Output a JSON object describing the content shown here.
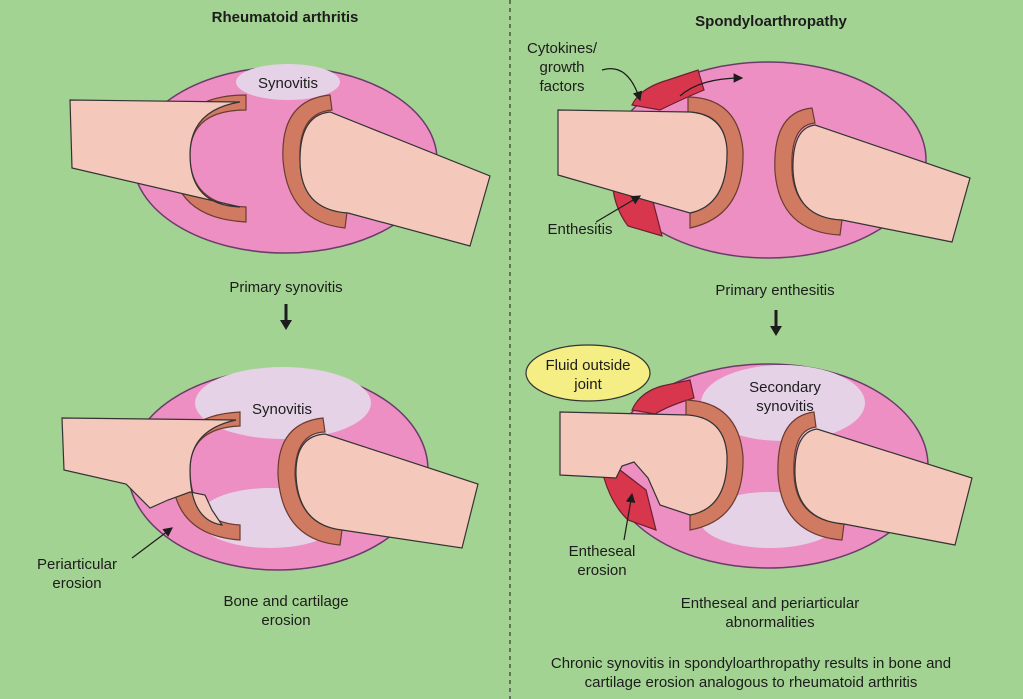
{
  "left_panel": {
    "title": "Rheumatoid arthritis",
    "top_synovitis": "Synovitis",
    "step_label": "Primary synovitis",
    "bottom_synovitis": "Synovitis",
    "periarticular": "Periarticular\nerosion",
    "outcome": "Bone and cartilage\nerosion"
  },
  "right_panel": {
    "title": "Spondyloarthropathy",
    "cytokines": "Cytokines/\ngrowth\nfactors",
    "enthesitis": "Enthesitis",
    "step_label": "Primary enthesitis",
    "fluid": "Fluid outside\njoint",
    "secondary": "Secondary\nsynovitis",
    "entheseal_erosion": "Entheseal\nerosion",
    "outcome": "Entheseal and periarticular\nabnormalities"
  },
  "caption": "Chronic synovitis in spondyloarthropathy results in bone and\ncartilage erosion analogous to rheumatoid arthritis",
  "colors": {
    "background": "#a3d392",
    "capsule": "#ee8fc4",
    "synovium": "#e5d2e6",
    "cartilage": "#d07a62",
    "bone": "#f4c9bc",
    "inflammation": "#d8364c",
    "fluid_callout": "#f5ee84"
  }
}
